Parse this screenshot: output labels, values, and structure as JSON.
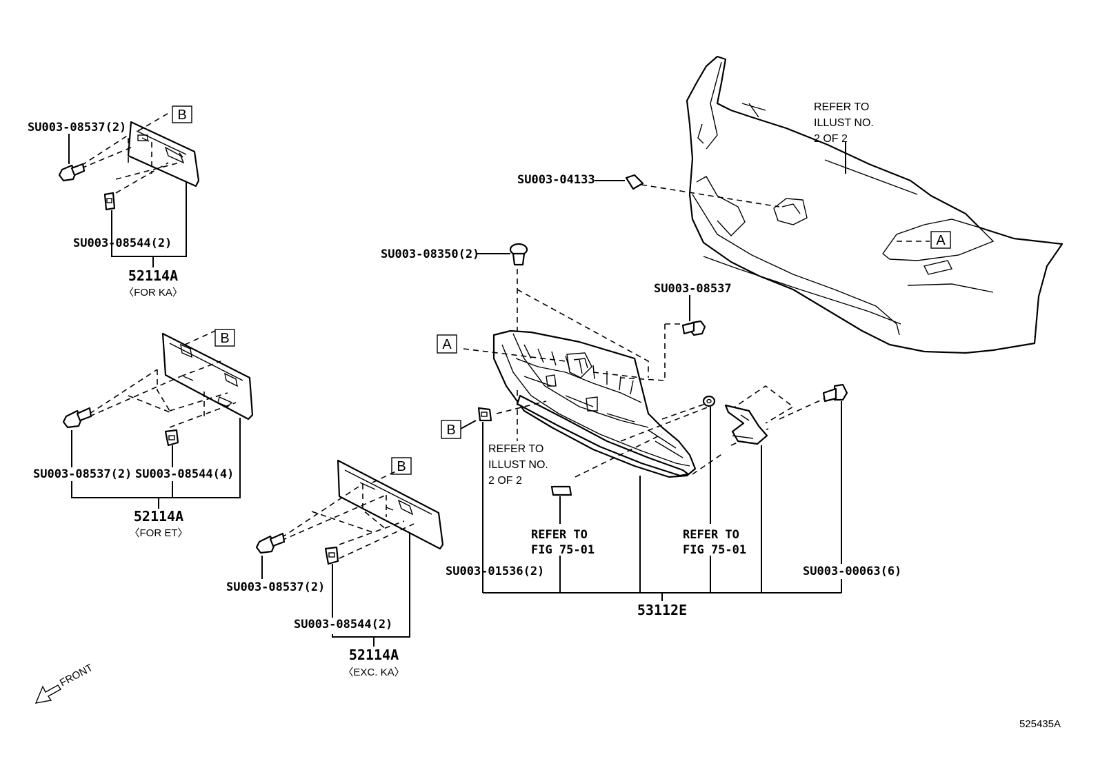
{
  "bracket_top": {
    "box_label": "B",
    "bolt": "SU003-08537(2)",
    "nut": "SU003-08544(2)",
    "part": "52114A",
    "sub": "〈FOR KA〉"
  },
  "bracket_mid": {
    "box_label": "B",
    "bolt": "SU003-08537(2)",
    "nut": "SU003-08544(4)",
    "part": "52114A",
    "sub": "〈FOR ET〉"
  },
  "bracket_bot": {
    "box_label": "B",
    "bolt": "SU003-08537(2)",
    "nut": "SU003-08544(2)",
    "part": "52114A",
    "sub": "〈EXC. KA〉"
  },
  "bumper": {
    "refer": [
      "REFER TO",
      "ILLUST NO.",
      "2 OF 2"
    ],
    "clip": "SU003-04133",
    "box_label": "A"
  },
  "grille": {
    "clip_top": "SU003-08350(2)",
    "bolt_right": "SU003-08537",
    "box_a": "A",
    "box_b": "B",
    "refer_illust": [
      "REFER TO",
      "ILLUST NO.",
      "2 OF 2"
    ],
    "refer_fig_left": [
      "REFER TO",
      "FIG 75-01"
    ],
    "refer_fig_right": [
      "REFER TO",
      "FIG 75-01"
    ],
    "nut_left": "SU003-01536(2)",
    "bolt_screw": "SU003-00063(6)",
    "part": "53112E"
  },
  "front_label": "FRONT",
  "figure_id": "525435A"
}
